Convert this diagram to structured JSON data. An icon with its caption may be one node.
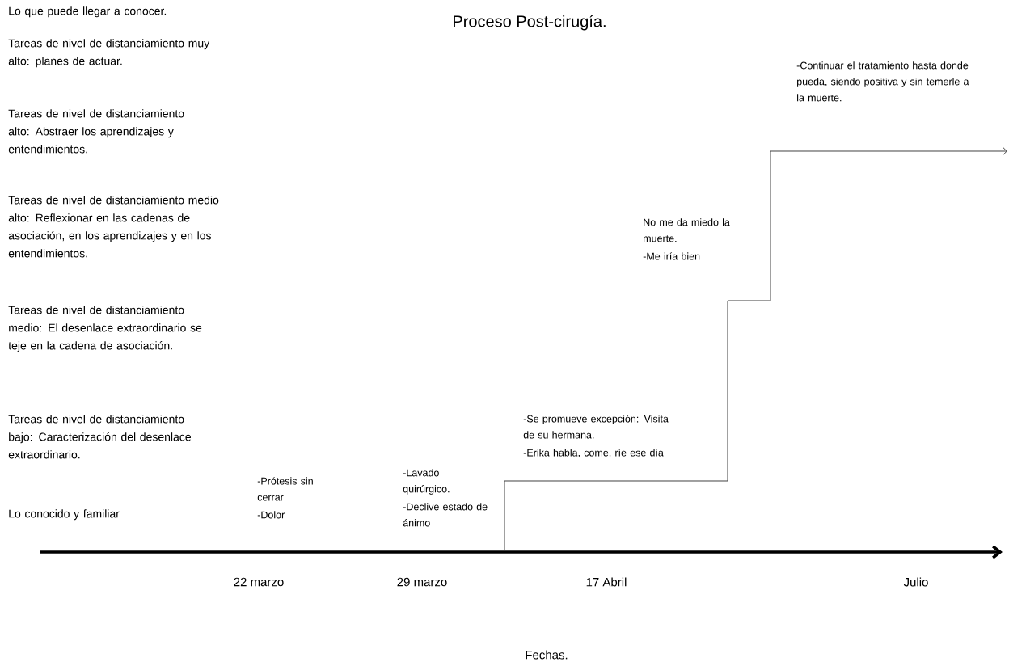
{
  "diagram": {
    "title": "Proceso Post-cirugía.",
    "labels": [
      "Lo que puede llegar a conocer.",
      "Tareas de nivel de distanciamiento muy alto: planes de actuar.",
      "Tareas de nivel de distanciamiento alto: Abstraer los aprendizajes y entendimientos.",
      "Tareas de nivel de distanciamiento medio alto: Reflexionar en las cadenas de asociación, en los aprendizajes y en los entendimientos.",
      "Tareas de nivel de distanciamiento medio: El desenlace extraordinario se teje en la cadena de asociación.",
      "Tareas de nivel de distanciamiento bajo: Caracterización del desenlace extraordinario.",
      "Lo conocido y familiar",
      "-Continuar el tratamiento hasta donde pueda, siendo positiva y sin temerle a la muerte.",
      "No me da miedo la muerte.",
      "-Me iría bien",
      "-Se promueve excepción: Visita de su hermana.",
      "-Erika habla, come, ríe ese día",
      "-Prótesis sin cerrar",
      "-Dolor",
      "-Lavado quirúrgico.",
      "-Declive estado de ánimo",
      "22 marzo",
      "29 marzo",
      "17 Abril",
      "Julio",
      "Fechas."
    ]
  }
}
